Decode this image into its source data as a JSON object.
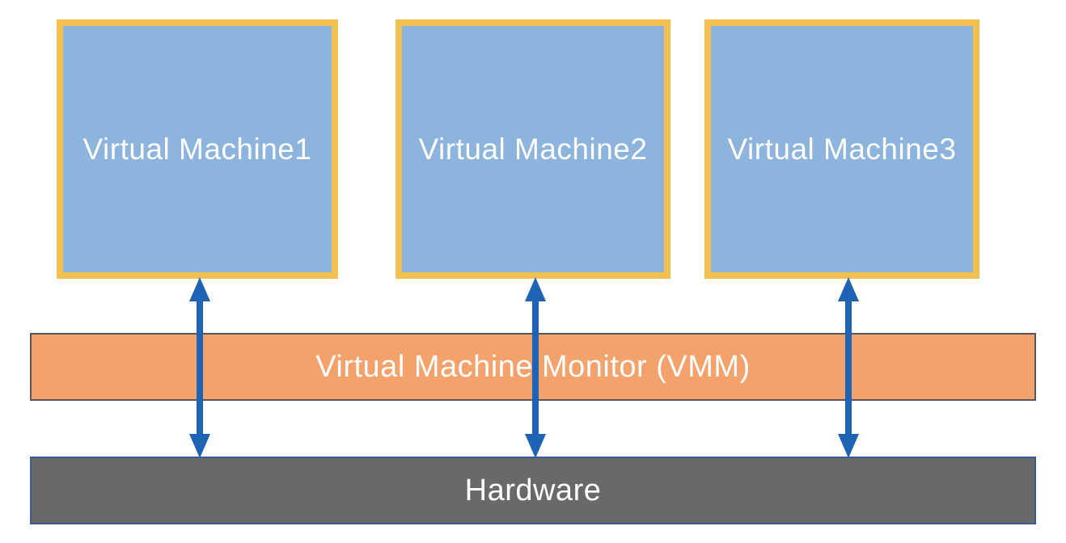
{
  "diagram": {
    "vm_boxes": [
      {
        "label": "Virtual Machine1"
      },
      {
        "label": "Virtual Machine2"
      },
      {
        "label": "Virtual Machine3"
      }
    ],
    "vmm_bar": {
      "label": "Virtual Machine Monitor (VMM)"
    },
    "hardware_bar": {
      "label": "Hardware"
    },
    "arrows": [
      {
        "icon": "double-arrow-vertical",
        "connects": "Virtual Machine1 to Hardware"
      },
      {
        "icon": "double-arrow-vertical",
        "connects": "Virtual Machine2 to Hardware"
      },
      {
        "icon": "double-arrow-vertical",
        "connects": "Virtual Machine3 to Hardware"
      }
    ],
    "colors": {
      "vm_fill": "#8db4dc",
      "vm_border": "#f3c04f",
      "vmm_fill": "#f4a26c",
      "vmm_border": "#55565f",
      "hardware_fill": "#696969",
      "hardware_border": "#3c5a96",
      "arrow": "#1e63b4",
      "text": "#fdfdfd",
      "background": "#ffffff"
    }
  }
}
